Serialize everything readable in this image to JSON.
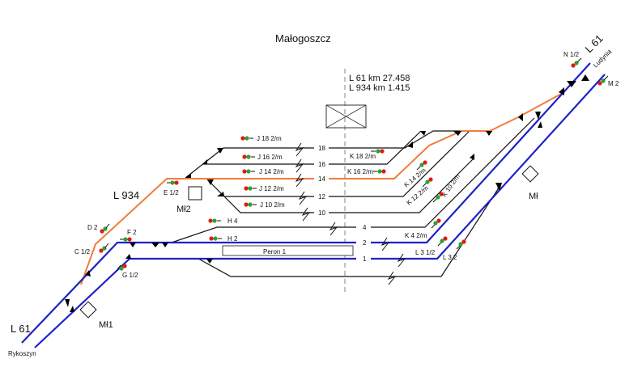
{
  "station": {
    "name": "Małogoszcz",
    "axis_labels": [
      "L 61 km 27.458",
      "L 934 km 1.415"
    ]
  },
  "colors": {
    "main_line": "#1f22c8",
    "l934_line": "#f07d3a",
    "side_track": "#111111",
    "signal_red": "#e0191b",
    "signal_green": "#2aa52c",
    "axis": "#999999"
  },
  "lines": {
    "l61_top": "L 61",
    "l61_bottom": "L 61",
    "l934": "L 934",
    "dest_top": "Ludynia",
    "dest_bottom": "Rykoszyn"
  },
  "posts": {
    "ml": "Mł",
    "ml1": "Mł1",
    "ml2": "Mł2"
  },
  "platform": {
    "label": "Peron 1"
  },
  "tracks": [
    "18",
    "16",
    "14",
    "12",
    "10",
    "4",
    "2",
    "1"
  ],
  "signals": {
    "n12": "N 1/2",
    "m2": "M 2",
    "j18": "J 18 2/m",
    "j16": "J 16 2/m",
    "j14": "J 14 2/m",
    "j12": "J 12 2/m",
    "j10": "J 10 2/m",
    "k18": "K 18 2/m",
    "k16": "K 16 2/m",
    "k14": "K 14 2/m",
    "k12": "K 12 2/m",
    "k10": "K 10 2/m",
    "k4": "K 4 2/m",
    "l312": "L 3 1/2",
    "l32": "L 3 2",
    "h4": "H 4",
    "h2": "H 2",
    "e12": "E 1/2",
    "f2": "F 2",
    "d2": "D 2",
    "c12": "C 1/2",
    "g12": "G 1/2"
  }
}
